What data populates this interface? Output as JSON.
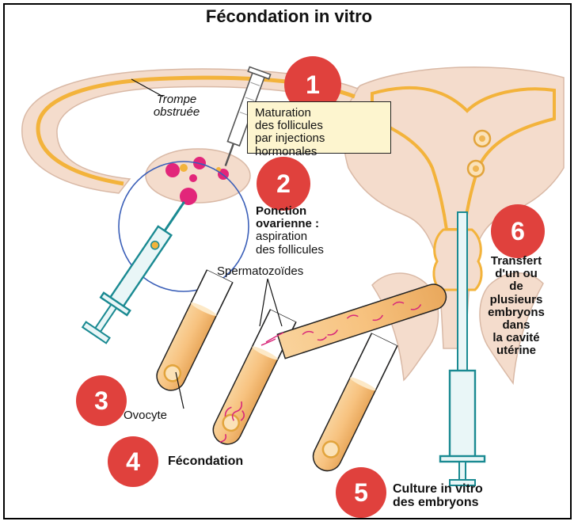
{
  "title": "Fécondation in vitro",
  "labels": {
    "trompe": [
      "Trompe",
      "obstruée"
    ],
    "spermatozoides": "Spermatozoïdes",
    "ovocyte": "Ovocyte"
  },
  "steps": [
    {
      "number": "1",
      "text": [
        "Maturation",
        "des follicules",
        "par injections",
        "hormonales"
      ]
    },
    {
      "number": "2",
      "heading": [
        "Ponction",
        "ovarienne :"
      ],
      "text": [
        "aspiration",
        "des follicules"
      ]
    },
    {
      "number": "3"
    },
    {
      "number": "4",
      "text": [
        "Fécondation"
      ]
    },
    {
      "number": "5",
      "text": [
        "Culture in vitro",
        "des embryons"
      ]
    },
    {
      "number": "6",
      "text": [
        "Transfert",
        "d'un ou",
        "de",
        "plusieurs",
        "embryons",
        "dans",
        "la cavité",
        "utérine"
      ]
    }
  ],
  "colors": {
    "badge": "#e0413d",
    "tissue": "#f4dccc",
    "tube_fill": "#f7c27f",
    "tube_top": "#fde9c7",
    "lumen": "#f3b33b",
    "syringe": "#1a8a92",
    "follicle": "#e2267a",
    "ring": "#3b5fb8"
  }
}
